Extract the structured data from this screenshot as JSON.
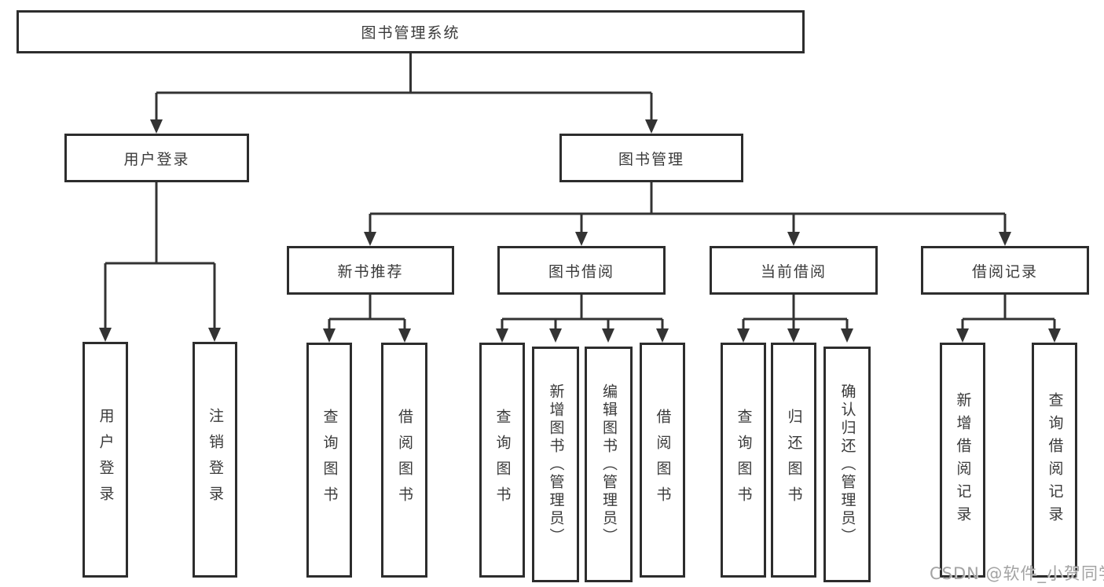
{
  "tree": {
    "label": "图书管理系统",
    "children": [
      {
        "label": "用户登录",
        "children": [
          {
            "label": "用户登录"
          },
          {
            "label": "注销登录"
          }
        ]
      },
      {
        "label": "图书管理",
        "children": [
          {
            "label": "新书推荐",
            "children": [
              {
                "label": "查询图书"
              },
              {
                "label": "借阅图书"
              }
            ]
          },
          {
            "label": "图书借阅",
            "children": [
              {
                "label": "查询图书"
              },
              {
                "label": "新增图书（管理员）"
              },
              {
                "label": "编辑图书（管理员）"
              },
              {
                "label": "借阅图书"
              }
            ]
          },
          {
            "label": "当前借阅",
            "children": [
              {
                "label": "查询图书"
              },
              {
                "label": "归还图书"
              },
              {
                "label": "确认归还（管理员）"
              }
            ]
          },
          {
            "label": "借阅记录",
            "children": [
              {
                "label": "新增借阅记录"
              },
              {
                "label": "查询借阅记录"
              }
            ]
          }
        ]
      }
    ]
  },
  "watermark": "CSDN @软件_小贺同学",
  "colors": {
    "line": "#333333",
    "box_border": "#2d2d2d",
    "text": "#3a3a3a",
    "background": "#ffffff",
    "watermark": "#9e9e9e"
  }
}
